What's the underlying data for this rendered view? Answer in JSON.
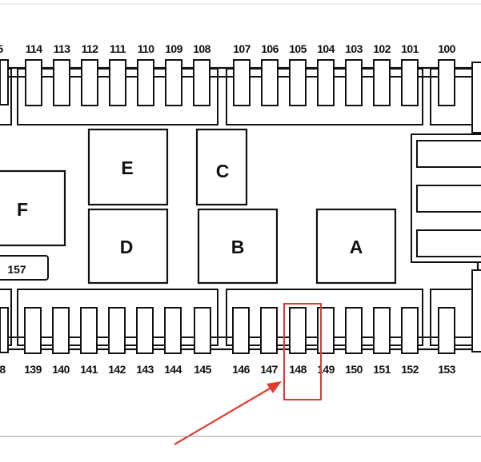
{
  "diagram": {
    "top_fuse_labels": [
      "114",
      "113",
      "112",
      "111",
      "110",
      "109",
      "108",
      "107",
      "106",
      "105",
      "104",
      "103",
      "102",
      "101",
      "100"
    ],
    "top_edge_label_fragment": "5",
    "bottom_fuse_labels": [
      "139",
      "140",
      "141",
      "142",
      "143",
      "144",
      "145",
      "146",
      "147",
      "148",
      "149",
      "150",
      "151",
      "152",
      "153"
    ],
    "bottom_edge_label_fragment": "8",
    "relays": {
      "A": "A",
      "B": "B",
      "C": "C",
      "D": "D",
      "E": "E",
      "F": "F"
    },
    "small_block_label": "157",
    "highlighted_fuse": "148",
    "colors": {
      "line": "#111111",
      "highlight": "#e23a2e",
      "arrow": "#e23a2e",
      "background": "#ffffff"
    }
  }
}
